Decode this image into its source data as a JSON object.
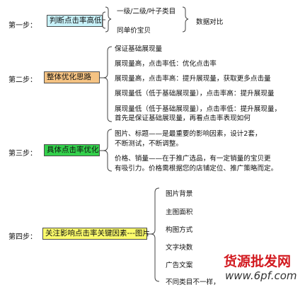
{
  "colors": {
    "box_blue": "#c9f3fb",
    "box_green": "#33d04b",
    "box_orange": "#f5c383",
    "box_yellow": "#fbfb6b",
    "brace": "#444444",
    "watermark_red": "#d2191f"
  },
  "step1": {
    "label": "第一步：",
    "box": "判断点击率高低",
    "items": [
      "一级/二级/叶子类目",
      "同单价宝贝"
    ],
    "result": "数据对比"
  },
  "step2": {
    "label": "第二步：",
    "box": "整体优化思路",
    "items": [
      "保证基础展现量",
      "展现量高，点击率低：优化点击率",
      "展现量高，点击率高：提升展现量，获取更多点击量",
      "展现量低（低于基础展现量），点击率高：提升展现量",
      "展现量低（低于基础展现量），点击率低：提升展现量，",
      "首先是保证基础展现量，再看点击率表现如何"
    ]
  },
  "step3": {
    "label": "第三步：",
    "box": "具体点击率优化",
    "items": [
      "图片、标题——是最重要的影响因素，设计2套，",
      "不断测试，不断调整。",
      "价格、销量——在于推广选品，有一定销量的宝贝更",
      "有吸引力。价格需根据您的店铺定位、推广策略而定。"
    ]
  },
  "step4": {
    "label": "第四步：",
    "box": "关注影响点击率关键因素---图片",
    "items": [
      "图片背景",
      "主图面积",
      "构图方式",
      "文字块数",
      "广告文案",
      "不同类目不一样，"
    ]
  },
  "watermark": {
    "main": "货源批发网",
    "url": "www.6pf.com"
  }
}
